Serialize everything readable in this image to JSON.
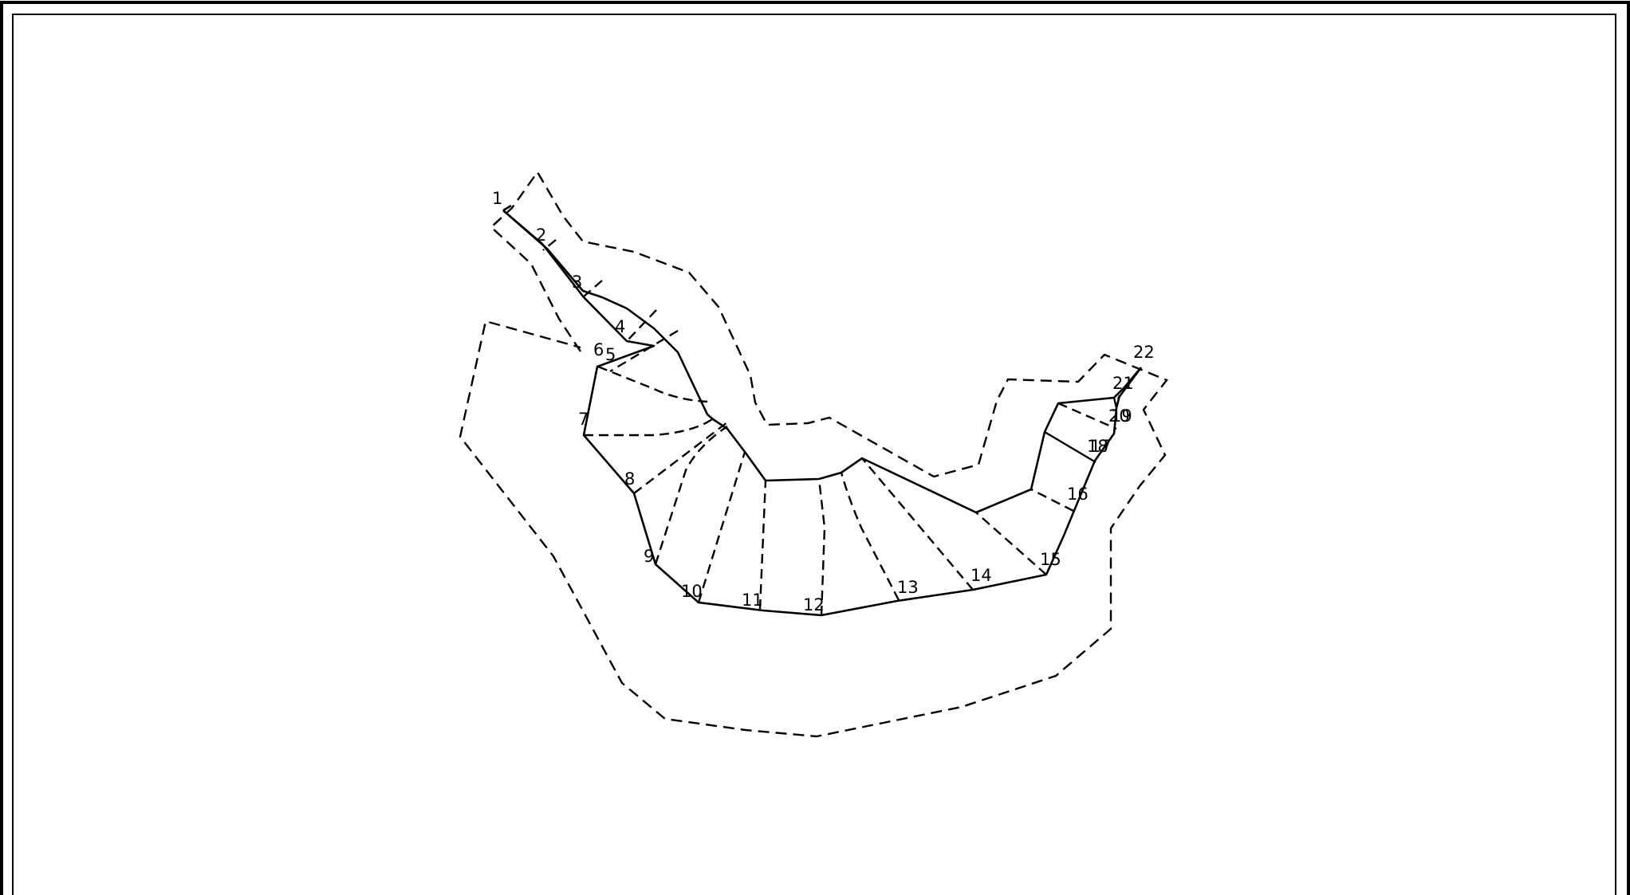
{
  "drawing": {
    "stations": [
      {
        "id": "station-1",
        "label": "1"
      },
      {
        "id": "station-2",
        "label": "2"
      },
      {
        "id": "station-3",
        "label": "3"
      },
      {
        "id": "station-4",
        "label": "4"
      },
      {
        "id": "station-5",
        "label": "5"
      },
      {
        "id": "station-6",
        "label": "6"
      },
      {
        "id": "station-7",
        "label": "7"
      },
      {
        "id": "station-8",
        "label": "8"
      },
      {
        "id": "station-9",
        "label": "9"
      },
      {
        "id": "station-10",
        "label": "10"
      },
      {
        "id": "station-11",
        "label": "11"
      },
      {
        "id": "station-12",
        "label": "12"
      },
      {
        "id": "station-13",
        "label": "13"
      },
      {
        "id": "station-14",
        "label": "14"
      },
      {
        "id": "station-15",
        "label": "15"
      },
      {
        "id": "station-16",
        "label": "16"
      },
      {
        "id": "station-17",
        "label": "17"
      },
      {
        "id": "station-18",
        "label": "18"
      },
      {
        "id": "station-19",
        "label": "19"
      },
      {
        "id": "station-20",
        "label": "20"
      },
      {
        "id": "station-21",
        "label": "21"
      },
      {
        "id": "station-22",
        "label": "22"
      }
    ],
    "colors": {
      "ink": "#000000",
      "paper": "#ffffff"
    }
  }
}
